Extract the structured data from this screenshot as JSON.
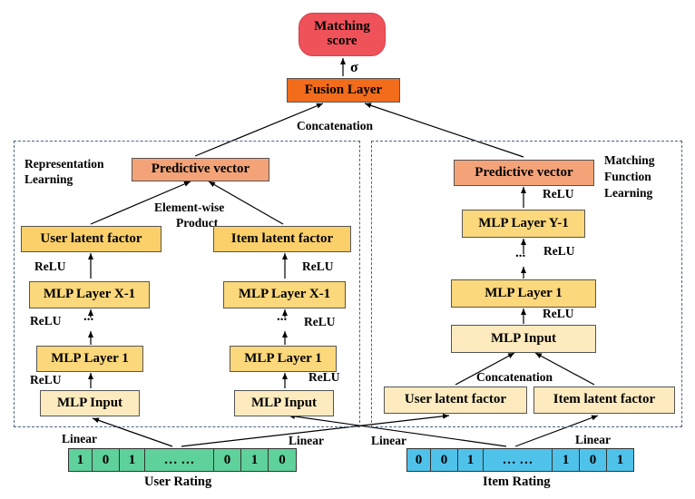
{
  "output": {
    "label": "Matching score",
    "sigma": "σ"
  },
  "fusion_layer": "Fusion Layer",
  "top_concat": "Concatenation",
  "left_region": {
    "title_line1": "Representation",
    "title_line2": "Learning",
    "predictive_vector": "Predictive vector",
    "ewp_line1": "Element-wise",
    "ewp_line2": "Product",
    "user_branch": {
      "latent": "User latent factor",
      "layer_x": "MLP Layer X-1",
      "layer_1": "MLP Layer 1",
      "input": "MLP Input",
      "relu": "ReLU",
      "dots": "..."
    },
    "item_branch": {
      "latent": "Item latent factor",
      "layer_x": "MLP Layer X-1",
      "layer_1": "MLP Layer 1",
      "input": "MLP Input",
      "relu": "ReLU",
      "dots": "..."
    }
  },
  "right_region": {
    "title_line1": "Matching",
    "title_line2": "Function",
    "title_line3": "Learning",
    "predictive_vector": "Predictive vector",
    "layer_y": "MLP Layer Y-1",
    "layer_1": "MLP Layer 1",
    "input": "MLP Input",
    "concat": "Concatenation",
    "user_latent": "User latent factor",
    "item_latent": "Item latent factor",
    "relu": "ReLU",
    "dots": "..."
  },
  "linear": "Linear",
  "user_rating": {
    "cells": [
      "1",
      "0",
      "1",
      "… …",
      "0",
      "1",
      "0"
    ],
    "label": "User Rating"
  },
  "item_rating": {
    "cells": [
      "0",
      "0",
      "1",
      "… …",
      "1",
      "0",
      "1"
    ],
    "label": "Item Rating"
  },
  "colors": {
    "output": "#f0525a",
    "fusion": "#f26c1c",
    "predictive": "#f4a378",
    "latent": "#fbd06a",
    "mlp_layer": "#fcd87c",
    "mlp_input": "#fdebbf",
    "user_vec": "#5fd19a",
    "item_vec": "#4fc2ea",
    "region_border": "#4a6484"
  }
}
